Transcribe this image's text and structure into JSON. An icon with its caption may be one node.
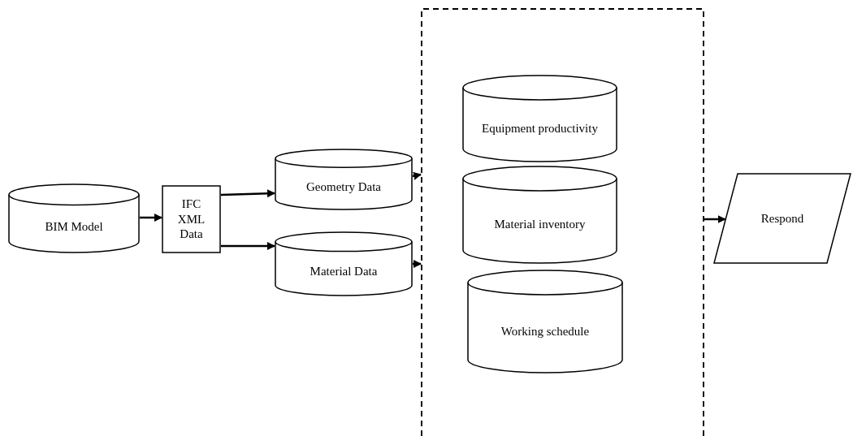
{
  "diagram": {
    "nodes": [
      {
        "text": [
          "BIM Model"
        ]
      },
      {
        "text": [
          "IFC XML Data"
        ]
      },
      {
        "text": [
          "Geometry Data"
        ]
      },
      {
        "text": [
          "Material Data"
        ]
      },
      {
        "text": [],
        "shape": "box"
      },
      {
        "text": [
          "Equipment productivity"
        ],
        "in": 4
      },
      {
        "text": [
          "Material inventory"
        ],
        "in": 4
      },
      {
        "text": [
          "Working schedule"
        ],
        "in": 4
      },
      {
        "text": [
          "Respond"
        ]
      }
    ],
    "edges": [
      {
        "from": 0,
        "to": 1,
        "arrow": "to"
      },
      {
        "from": 1,
        "to": 2,
        "arrow": "to"
      },
      {
        "from": 1,
        "to": 3,
        "arrow": "to"
      },
      {
        "from": 2,
        "to": 4,
        "arrow": "to"
      },
      {
        "from": 3,
        "to": 4,
        "arrow": "to"
      },
      {
        "from": 4,
        "to": 8,
        "arrow": "to"
      }
    ]
  }
}
